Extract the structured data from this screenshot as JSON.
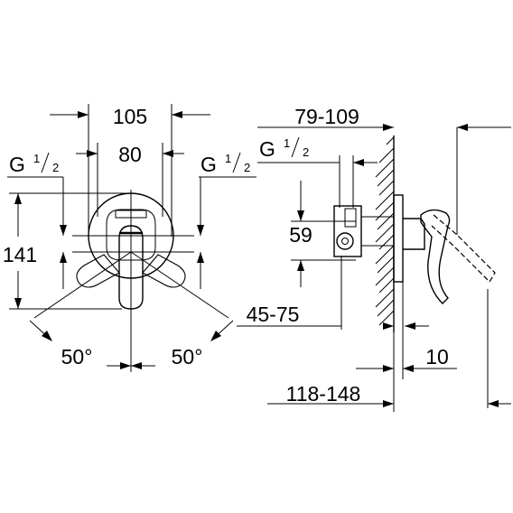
{
  "front_view": {
    "width_outer": "105",
    "width_inner": "80",
    "thread_left": {
      "base": "G",
      "num": "1",
      "den": "2"
    },
    "thread_right": {
      "base": "G",
      "num": "1",
      "den": "2"
    },
    "height": "141",
    "angle_left": "50°",
    "angle_right": "50°"
  },
  "side_view": {
    "depth_range": "79-109",
    "thread": {
      "base": "G",
      "num": "1",
      "den": "2"
    },
    "height": "59",
    "install_depth": "45-75",
    "offset": "10",
    "total_depth": "118-148"
  }
}
